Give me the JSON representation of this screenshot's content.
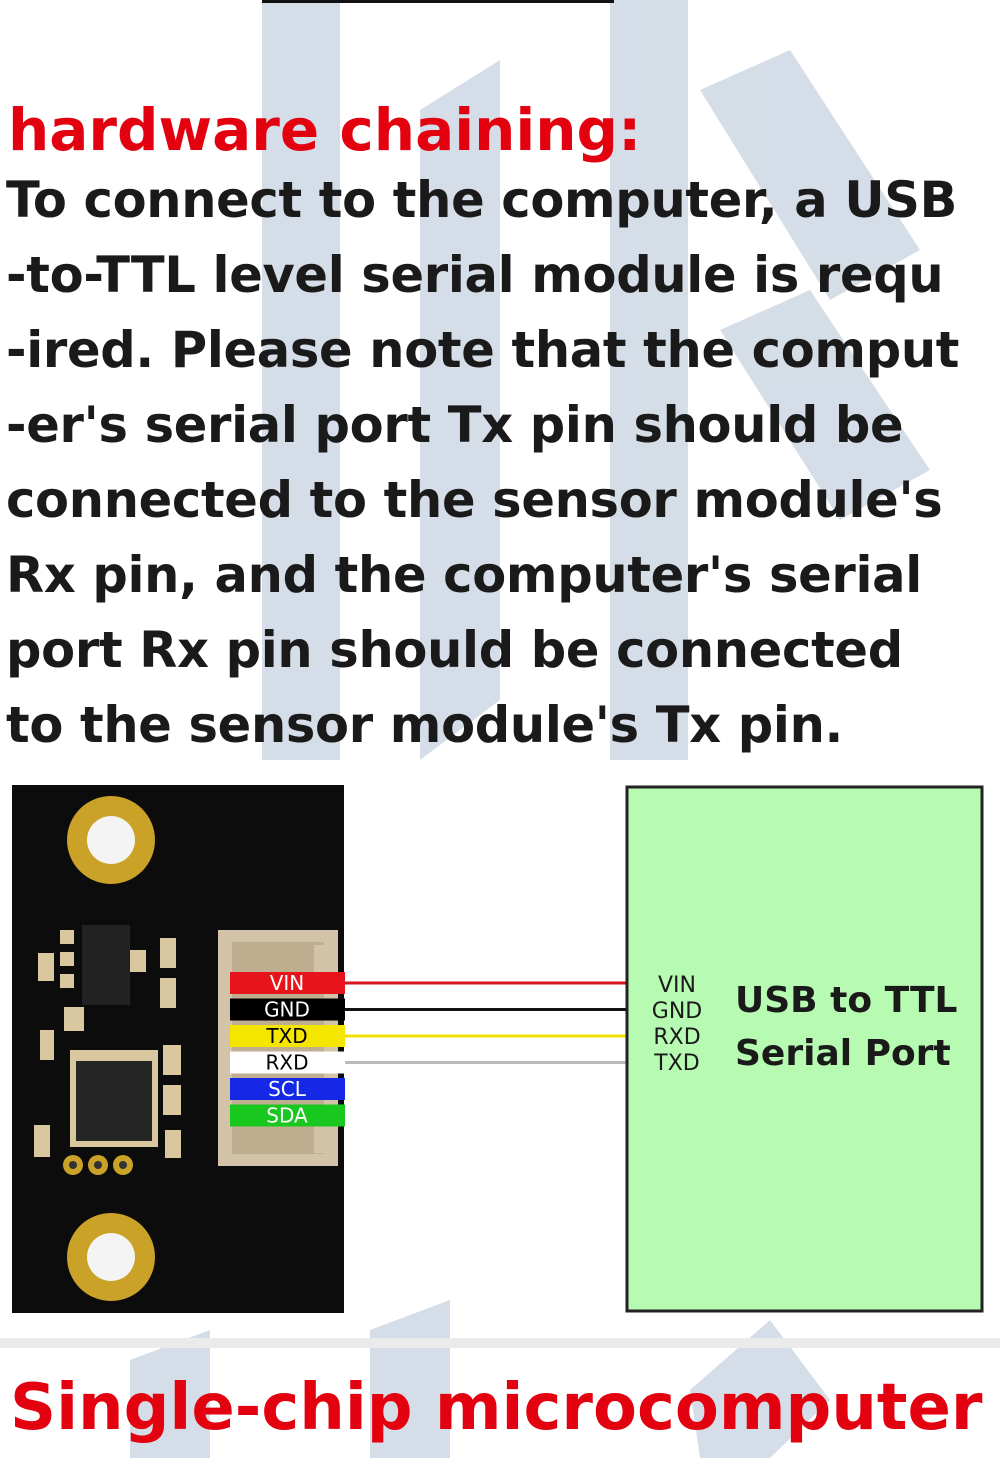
{
  "title": "hardware chaining:",
  "body_lines": [
    "To connect to the computer, a USB",
    "-to-TTL level serial module is requ",
    "-ired. Please note that the comput",
    "-er's serial port Tx pin should be",
    "connected to the sensor module's",
    "Rx pin, and the computer's serial",
    "port Rx pin should be connected",
    "to the sensor module's Tx pin."
  ],
  "module": {
    "pins": [
      {
        "label": "VIN",
        "color": "#e8141c",
        "text_color": "#ffffff"
      },
      {
        "label": "GND",
        "color": "#000000",
        "text_color": "#ffffff"
      },
      {
        "label": "TXD",
        "color": "#f5e600",
        "text_color": "#000000"
      },
      {
        "label": "RXD",
        "color": "#ffffff",
        "text_color": "#000000"
      },
      {
        "label": "SCL",
        "color": "#1428e6",
        "text_color": "#ffffff"
      },
      {
        "label": "SDA",
        "color": "#19c81e",
        "text_color": "#ffffff"
      }
    ]
  },
  "usb_ttl": {
    "pins": [
      "VIN",
      "GND",
      "RXD",
      "TXD"
    ],
    "title_line1": "USB to TTL",
    "title_line2": "Serial Port",
    "fill": "#b6fbb1"
  },
  "wires": [
    {
      "from": "VIN",
      "to": "VIN",
      "color": "#d6141c"
    },
    {
      "from": "GND",
      "to": "GND",
      "color": "#111111"
    },
    {
      "from": "TXD",
      "to": "RXD",
      "color": "#f0df00"
    },
    {
      "from": "RXD",
      "to": "TXD",
      "color": "#bbbbbb"
    }
  ],
  "bottom_title": "Single-chip microcomputer",
  "colors": {
    "accent_red": "#e3000f",
    "text": "#1a1a1a",
    "board": "#0c0c0c",
    "gold": "#c9a227"
  }
}
